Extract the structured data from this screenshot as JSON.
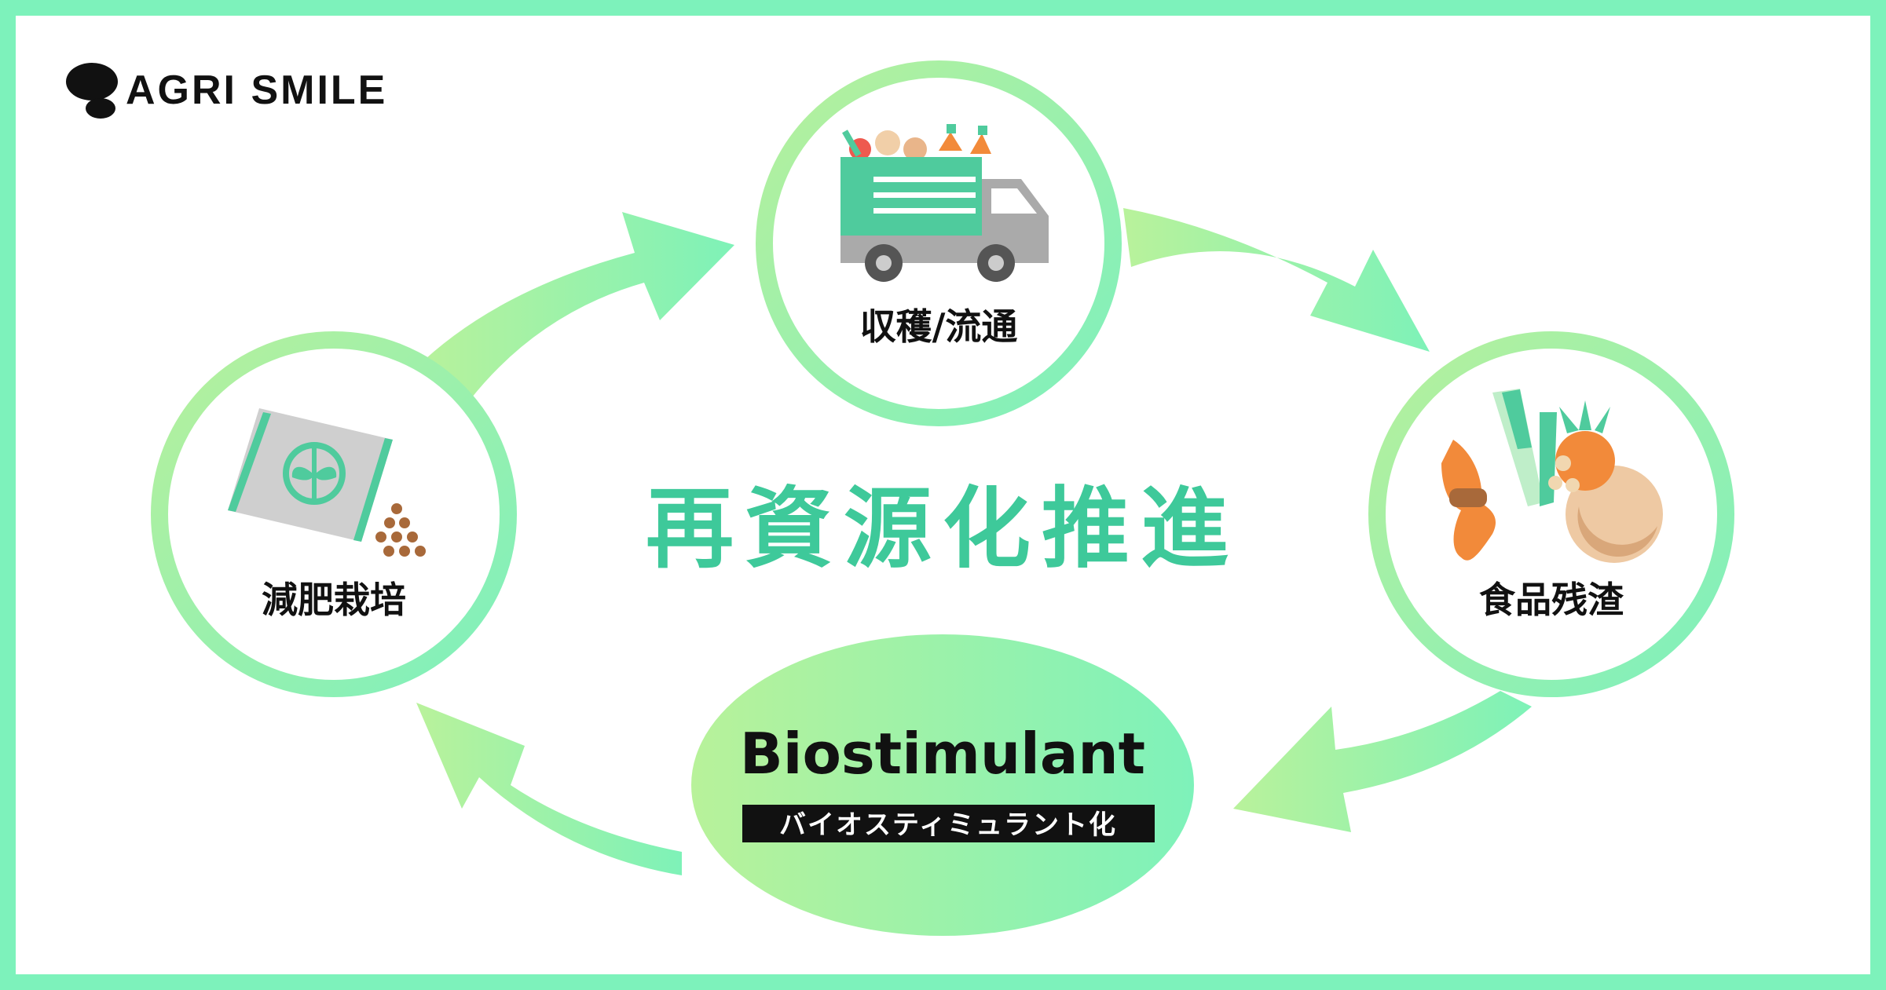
{
  "brand": {
    "name": "AGRI SMILE"
  },
  "title": "再資源化推進",
  "nodes": {
    "harvest": {
      "label": "収穫/流通",
      "icon": "delivery-truck-with-vegetables-icon"
    },
    "residue": {
      "label": "食品残渣",
      "icon": "food-scraps-icon"
    },
    "fertilizer": {
      "label": "減肥栽培",
      "icon": "fertilizer-bag-icon"
    }
  },
  "center": {
    "title": "Biostimulant",
    "subtitle": "バイオスティミュラント化"
  },
  "colors": {
    "frame": "#7df2bb",
    "ring": "#86efb6",
    "ring_light": "#b8f2a0",
    "title": "#3ec99a",
    "truck_body": "#4fcb9d",
    "truck_grey": "#aaaaaa",
    "orange": "#f28a3a",
    "seed": "#a8693a",
    "label_dark": "#111111"
  }
}
